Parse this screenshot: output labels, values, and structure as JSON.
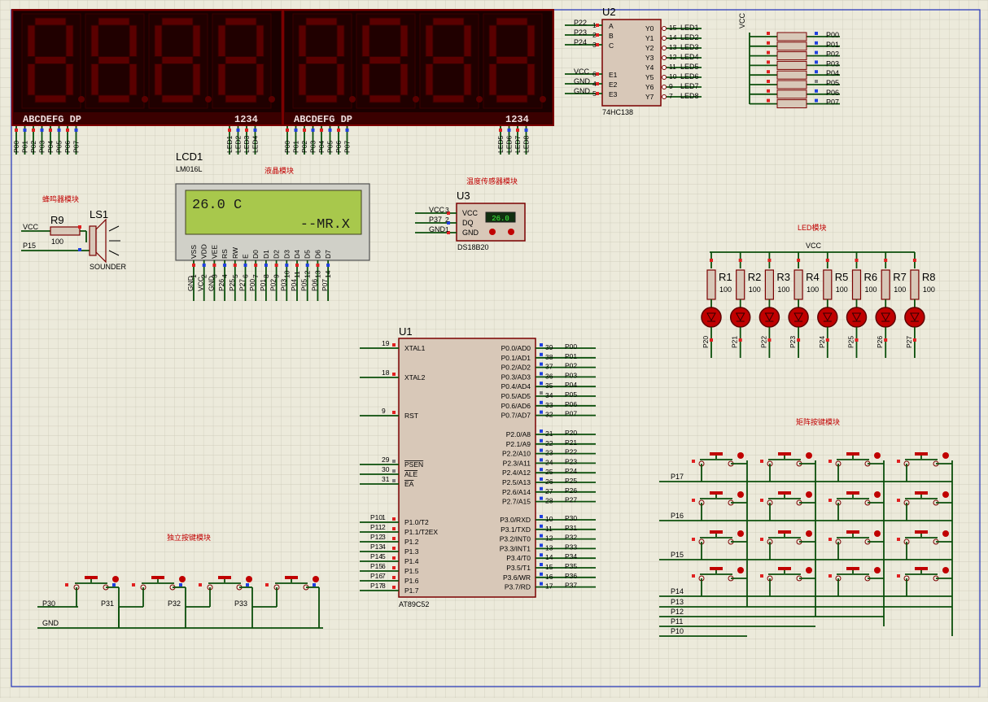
{
  "border_color": "#1f2fb8",
  "wire_color": "#0b4f0b",
  "chip_fill": "#d8c8b8",
  "segment_color": "#5a0000",
  "seven_segment": {
    "left": {
      "label_top": "ABCDEFG DP",
      "label_digits": "1234",
      "bottom_pins": [
        "P00",
        "P01",
        "P02",
        "P03",
        "P04",
        "P05",
        "P06",
        "P07"
      ],
      "digit_pins": [
        "LED1",
        "LED2",
        "LED3",
        "LED4"
      ]
    },
    "right": {
      "label_top": "ABCDEFG DP",
      "label_digits": "1234",
      "bottom_pins": [
        "P00",
        "P01",
        "P02",
        "P03",
        "P04",
        "P05",
        "P06",
        "P07"
      ],
      "digit_pins": [
        "LED5",
        "LED6",
        "LED7",
        "LED8"
      ]
    }
  },
  "u2": {
    "ref": "U2",
    "part": "74HC138",
    "left_labels": [
      "P22",
      "P23",
      "P24",
      "VCC",
      "GND",
      "GND"
    ],
    "left_nums": [
      "1",
      "2",
      "3",
      "6",
      "4",
      "5"
    ],
    "inner_left": [
      "A",
      "B",
      "C",
      "E1",
      "E2",
      "E3"
    ],
    "inner_right": [
      "Y0",
      "Y1",
      "Y2",
      "Y3",
      "Y4",
      "Y5",
      "Y6",
      "Y7"
    ],
    "right_nums": [
      "15",
      "14",
      "13",
      "12",
      "11",
      "10",
      "9",
      "7"
    ],
    "right_labels": [
      "LED1",
      "LED2",
      "LED3",
      "LED4",
      "LED5",
      "LED6",
      "LED7",
      "LED8"
    ]
  },
  "respack": {
    "vcc": "VCC",
    "labels": [
      "P00",
      "P01",
      "P02",
      "P03",
      "P04",
      "P05",
      "P06",
      "P07"
    ]
  },
  "lcd": {
    "ref": "LCD1",
    "part": "LM016L",
    "module": "液晶模块",
    "line1": "26.0 C",
    "line2": "--MR.X",
    "pins": [
      "VSS",
      "VDD",
      "VEE",
      "RS",
      "RW",
      "E",
      "D0",
      "D1",
      "D2",
      "D3",
      "D4",
      "D5",
      "D6",
      "D7"
    ],
    "pin_nums": [
      "1",
      "2",
      "3",
      "4",
      "5",
      "6",
      "7",
      "8",
      "9",
      "10",
      "11",
      "12",
      "13",
      "14"
    ],
    "nets": [
      "GND",
      "VCC",
      "GND",
      "P26",
      "P25",
      "P27",
      "P00",
      "P01",
      "P02",
      "P03",
      "P04",
      "P05",
      "P06",
      "P07"
    ]
  },
  "buzzer": {
    "module": "蜂鸣器模块",
    "r_ref": "R9",
    "r_val": "100",
    "ls_ref": "LS1",
    "ls_part": "SOUNDER",
    "vcc": "VCC",
    "ctrl": "P15"
  },
  "temp": {
    "module": "温度传感器模块",
    "ref": "U3",
    "part": "DS18B20",
    "reading": "26.0",
    "pins": [
      "VCC",
      "DQ",
      "GND"
    ],
    "nets": [
      "VCC",
      "P37",
      "GND"
    ],
    "pin_nums": [
      "3",
      "2",
      "1"
    ]
  },
  "led_module": {
    "title": "LED模块",
    "vcc": "VCC",
    "refs": [
      "R1",
      "R2",
      "R3",
      "R4",
      "R5",
      "R6",
      "R7",
      "R8"
    ],
    "val": "100",
    "nets": [
      "P20",
      "P21",
      "P22",
      "P23",
      "P24",
      "P25",
      "P26",
      "P27"
    ]
  },
  "mcu": {
    "ref": "U1",
    "part": "AT89C52",
    "left": [
      {
        "num": "19",
        "name": "XTAL1",
        "net": ""
      },
      {
        "num": "18",
        "name": "XTAL2",
        "net": ""
      },
      {
        "num": "9",
        "name": "RST",
        "net": ""
      },
      {
        "num": "29",
        "name": "PSEN",
        "net": ""
      },
      {
        "num": "30",
        "name": "ALE",
        "net": ""
      },
      {
        "num": "31",
        "name": "EA",
        "net": ""
      },
      {
        "num": "1",
        "name": "P1.0/T2",
        "net": "P10"
      },
      {
        "num": "2",
        "name": "P1.1/T2EX",
        "net": "P11"
      },
      {
        "num": "3",
        "name": "P1.2",
        "net": "P12"
      },
      {
        "num": "4",
        "name": "P1.3",
        "net": "P13"
      },
      {
        "num": "5",
        "name": "P1.4",
        "net": "P14"
      },
      {
        "num": "6",
        "name": "P1.5",
        "net": "P15"
      },
      {
        "num": "7",
        "name": "P1.6",
        "net": "P16"
      },
      {
        "num": "8",
        "name": "P1.7",
        "net": "P17"
      }
    ],
    "right": [
      {
        "num": "39",
        "name": "P0.0/AD0",
        "net": "P00"
      },
      {
        "num": "38",
        "name": "P0.1/AD1",
        "net": "P01"
      },
      {
        "num": "37",
        "name": "P0.2/AD2",
        "net": "P02"
      },
      {
        "num": "36",
        "name": "P0.3/AD3",
        "net": "P03"
      },
      {
        "num": "35",
        "name": "P0.4/AD4",
        "net": "P04"
      },
      {
        "num": "34",
        "name": "P0.5/AD5",
        "net": "P05"
      },
      {
        "num": "33",
        "name": "P0.6/AD6",
        "net": "P06"
      },
      {
        "num": "32",
        "name": "P0.7/AD7",
        "net": "P07"
      },
      {
        "num": "21",
        "name": "P2.0/A8",
        "net": "P20"
      },
      {
        "num": "22",
        "name": "P2.1/A9",
        "net": "P21"
      },
      {
        "num": "23",
        "name": "P2.2/A10",
        "net": "P22"
      },
      {
        "num": "24",
        "name": "P2.3/A11",
        "net": "P23"
      },
      {
        "num": "25",
        "name": "P2.4/A12",
        "net": "P24"
      },
      {
        "num": "26",
        "name": "P2.5/A13",
        "net": "P25"
      },
      {
        "num": "27",
        "name": "P2.6/A14",
        "net": "P26"
      },
      {
        "num": "28",
        "name": "P2.7/A15",
        "net": "P27"
      },
      {
        "num": "10",
        "name": "P3.0/RXD",
        "net": "P30"
      },
      {
        "num": "11",
        "name": "P3.1/TXD",
        "net": "P31"
      },
      {
        "num": "12",
        "name": "P3.2/INT0",
        "net": "P32"
      },
      {
        "num": "13",
        "name": "P3.3/INT1",
        "net": "P33"
      },
      {
        "num": "14",
        "name": "P3.4/T0",
        "net": "P34"
      },
      {
        "num": "15",
        "name": "P3.5/T1",
        "net": "P35"
      },
      {
        "num": "16",
        "name": "P3.6/WR",
        "net": "P36"
      },
      {
        "num": "17",
        "name": "P3.7/RD",
        "net": "P37"
      }
    ]
  },
  "indep_keys": {
    "title": "独立按键模块",
    "nets": [
      "P30",
      "P31",
      "P32",
      "P33"
    ],
    "gnd": "GND"
  },
  "matrix_keys": {
    "title": "矩阵按键模块",
    "rows": [
      "P17",
      "P16",
      "P15",
      "P14"
    ],
    "cols": [
      "P13",
      "P12",
      "P11",
      "P10"
    ]
  }
}
